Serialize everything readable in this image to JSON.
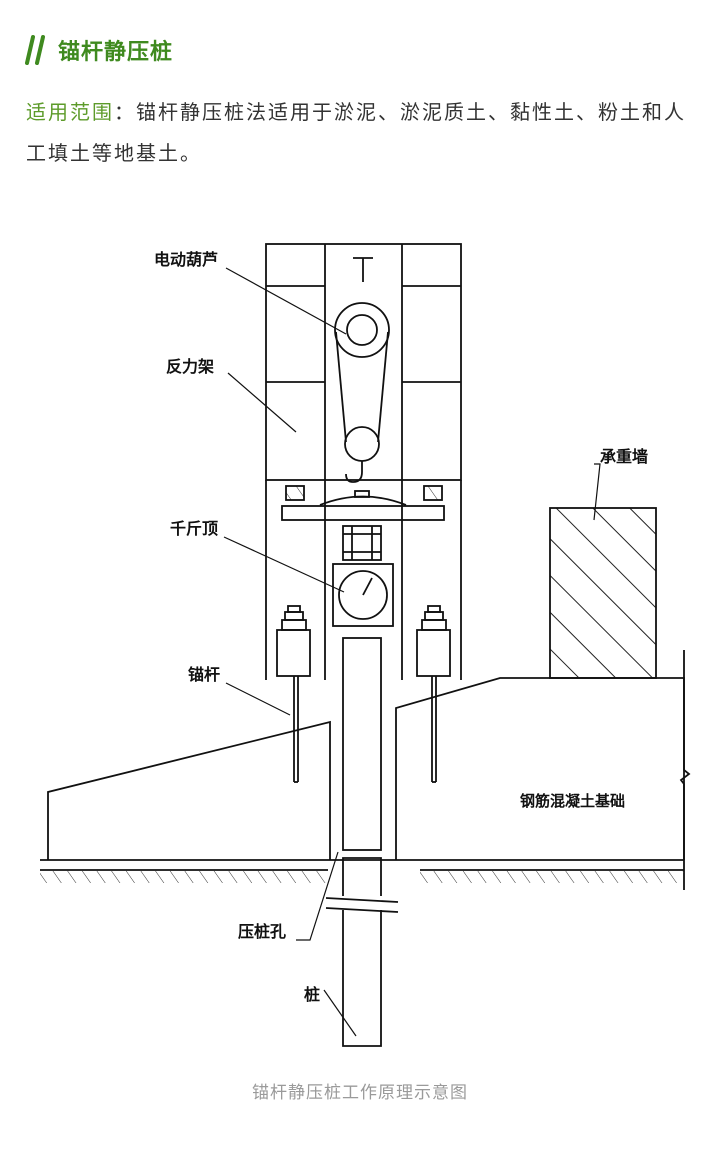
{
  "heading": {
    "title": "锚杆静压桩"
  },
  "intro": {
    "label": "适用范围",
    "separator": "：",
    "text": "锚杆静压桩法适用于淤泥、淤泥质土、黏性土、粉土和人工填土等地基土。"
  },
  "figure": {
    "labels": {
      "hoist": "电动葫芦",
      "reaction_frame": "反力架",
      "bearing_wall": "承重墙",
      "jack": "千斤顶",
      "anchor_bolt": "锚杆",
      "foundation": "钢筋混凝土基础",
      "pile_hole": "压桩孔",
      "pile": "桩"
    }
  },
  "caption": "锚杆静压桩工作原理示意图"
}
